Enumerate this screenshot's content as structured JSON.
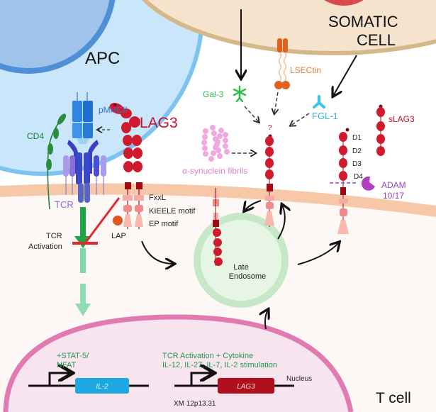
{
  "cells": {
    "apc": "APC",
    "somatic_line1": "SOMATIC",
    "somatic_line2": "CELL",
    "tcell": "T cell",
    "nucleus": "Nucleus",
    "endosome_line1": "Late",
    "endosome_line2": "Endosome"
  },
  "molecules": {
    "pmhcii": "pMHCII",
    "lag3": "LAG3",
    "cd4": "CD4",
    "tcr": "TCR",
    "lap": "LAP",
    "gal3": "Gal-3",
    "lsectin": "LSECtin",
    "fgl1": "FGL-1",
    "slag3": "sLAG3",
    "synuclein": "α-synuclein fibrils",
    "adam_line1": "ADAM",
    "adam_line2": "10/17",
    "unknown": "?"
  },
  "motifs": [
    "FxxL",
    "KIEELE motif",
    "EP motif"
  ],
  "domains": [
    "D1",
    "D2",
    "D3",
    "D4"
  ],
  "signaling": {
    "tcr_activation_line1": "TCR",
    "tcr_activation_line2": "Activation"
  },
  "genes": {
    "il2": "IL-2",
    "lag3": "LAG3",
    "il2_tf_line1": "+STAT-5/",
    "il2_tf_line2": "NFAT",
    "lag3_stim_line1": "TCR Activation + Cytokine",
    "lag3_stim_line2": "IL-12, IL-27, IL-7, IL-2 stimulation",
    "locus": "XM 12p13.31"
  },
  "colors": {
    "lag3_red": "#c8102e",
    "membrane": "#f6c8a8",
    "apc_blue": "#b9dcf5",
    "somatic": "#f4e0c8",
    "nucleus_pink": "#e07ab0",
    "endosome_green": "#cfeccf",
    "tcr_green": "#1fa34a",
    "il2_blue": "#1ea8e0",
    "lag3_gene": "#b0101e"
  }
}
